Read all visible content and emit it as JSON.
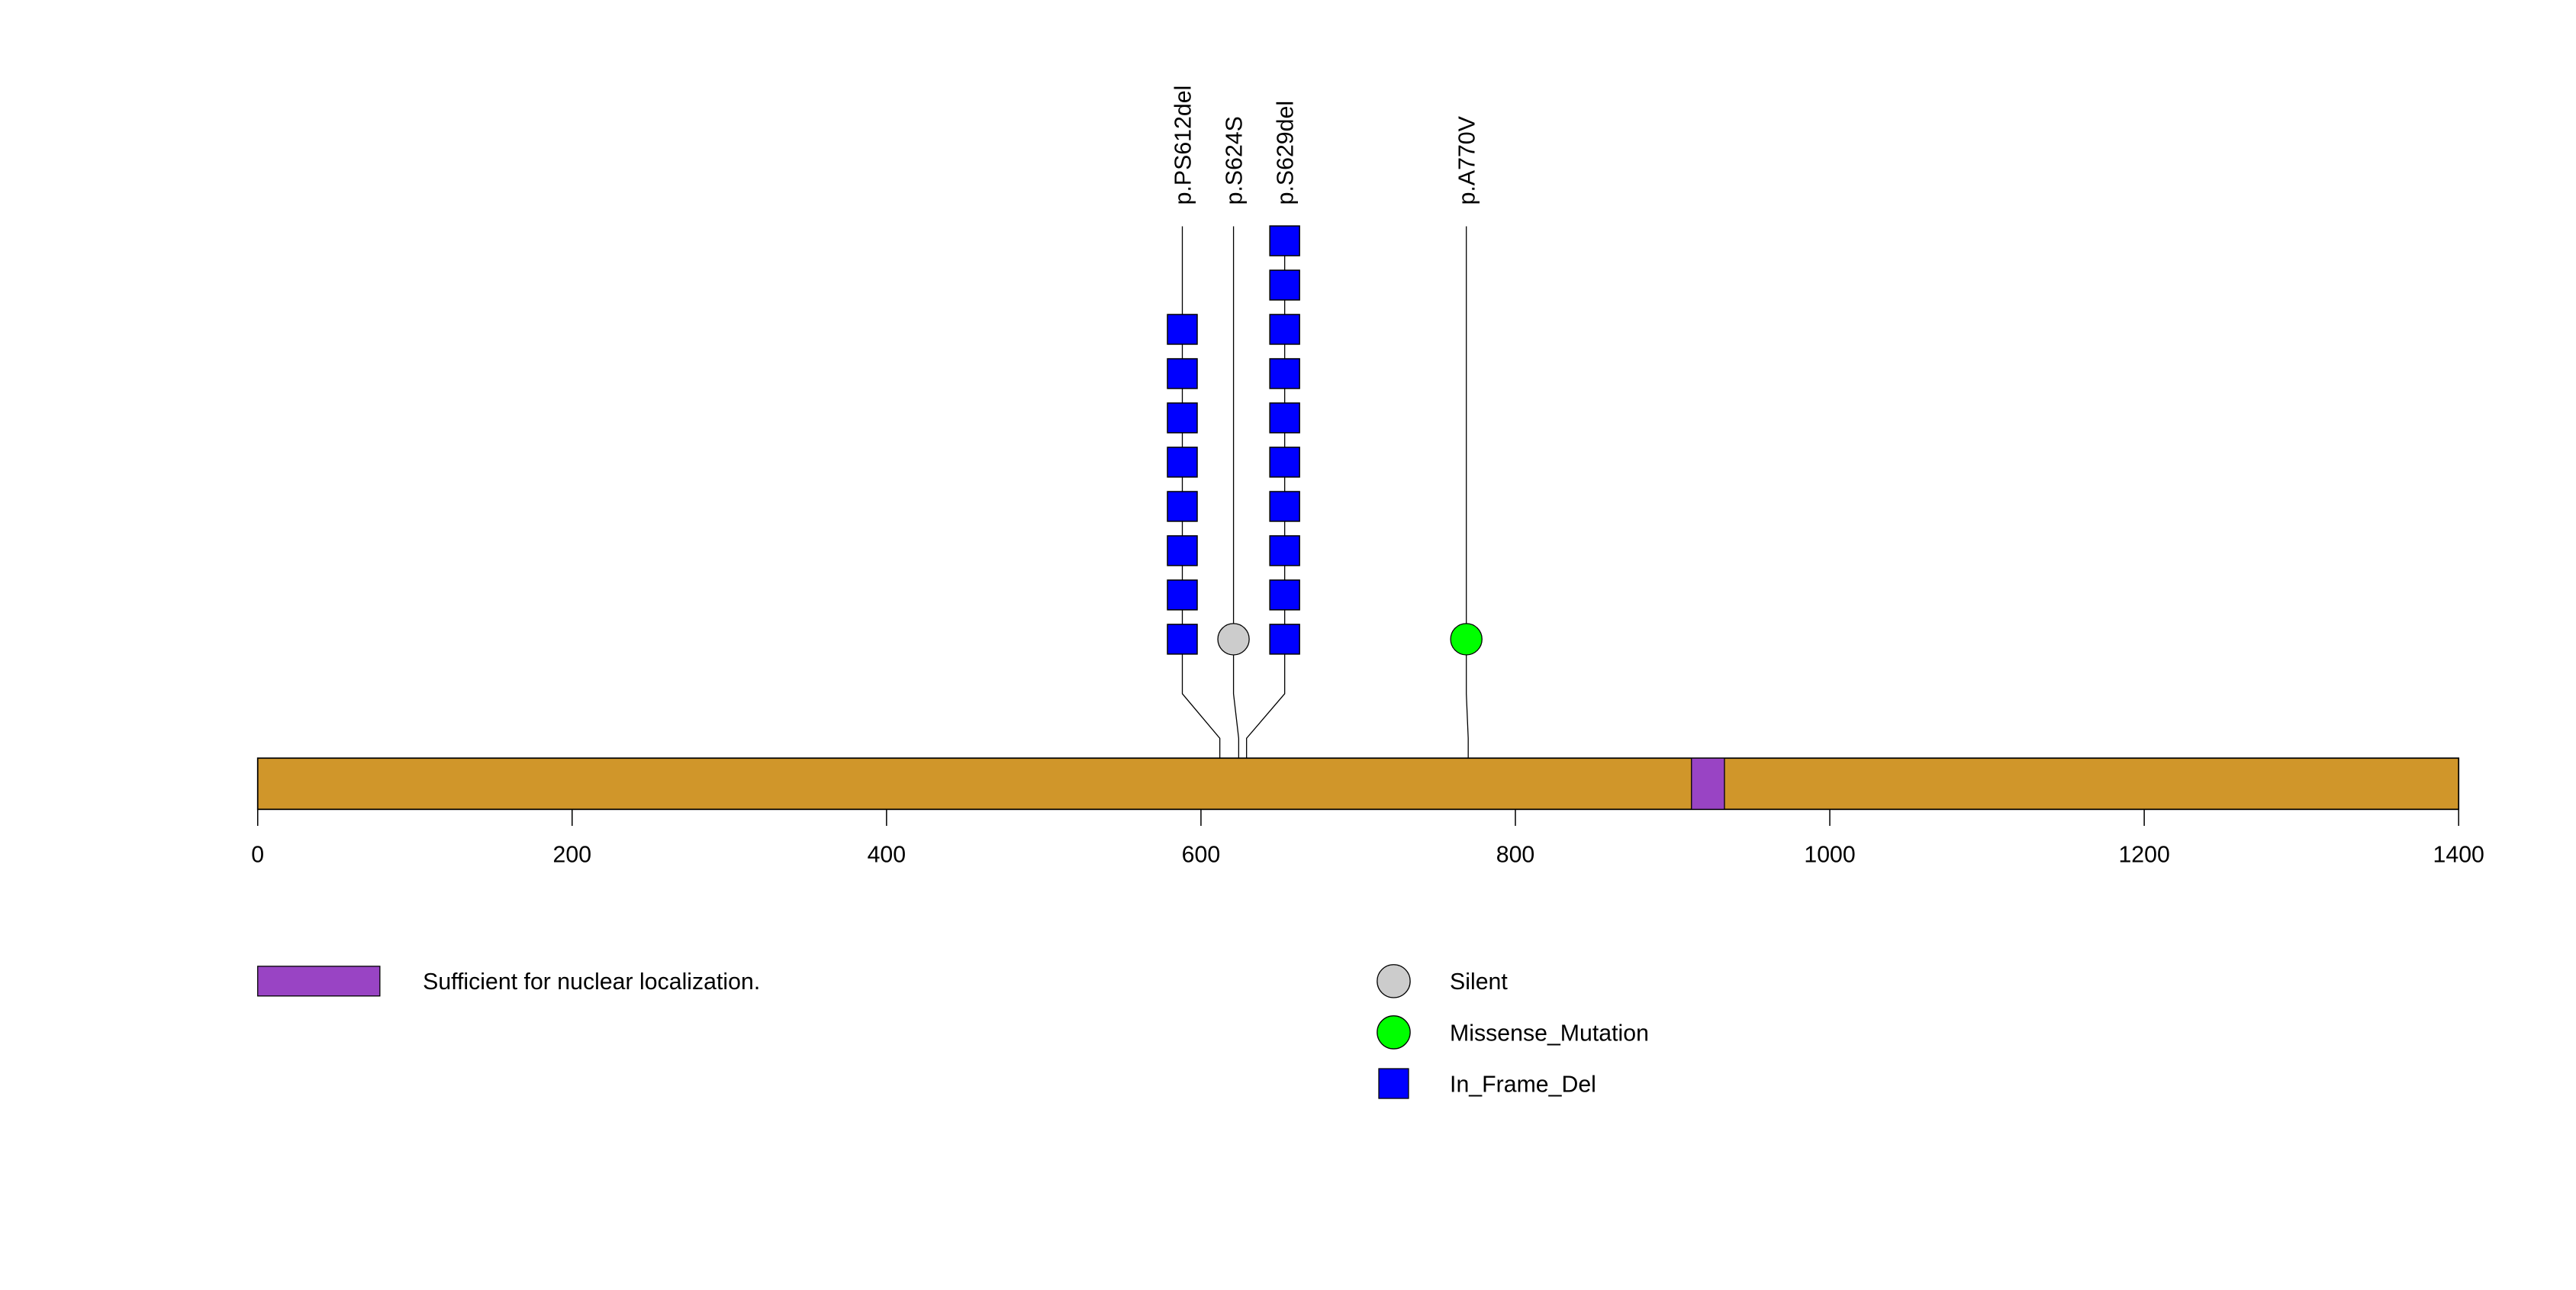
{
  "chart_data": {
    "type": "lollipop",
    "protein_length": 1400,
    "xlim": [
      0,
      1400
    ],
    "x_ticks": [
      0,
      200,
      400,
      600,
      800,
      1000,
      1200,
      1400
    ],
    "backbone_color": "#D0962A",
    "domains": [
      {
        "name": "Sufficient for nuclear localization.",
        "start": 912,
        "end": 933,
        "color": "#9944C4"
      }
    ],
    "mutations": [
      {
        "label": "p.PS612del",
        "position": 612,
        "count": 8,
        "type": "In_Frame_Del"
      },
      {
        "label": "p.S624S",
        "position": 624,
        "count": 1,
        "type": "Silent"
      },
      {
        "label": "p.S629del",
        "position": 629,
        "count": 10,
        "type": "In_Frame_Del"
      },
      {
        "label": "p.A770V",
        "position": 770,
        "count": 1,
        "type": "Missense_Mutation"
      }
    ],
    "mutation_types": [
      {
        "name": "Silent",
        "shape": "circle",
        "color": "#CCCCCC"
      },
      {
        "name": "Missense_Mutation",
        "shape": "circle",
        "color": "#00FF00"
      },
      {
        "name": "In_Frame_Del",
        "shape": "square",
        "color": "#0000FF"
      }
    ],
    "legend_placement": "bottom"
  }
}
